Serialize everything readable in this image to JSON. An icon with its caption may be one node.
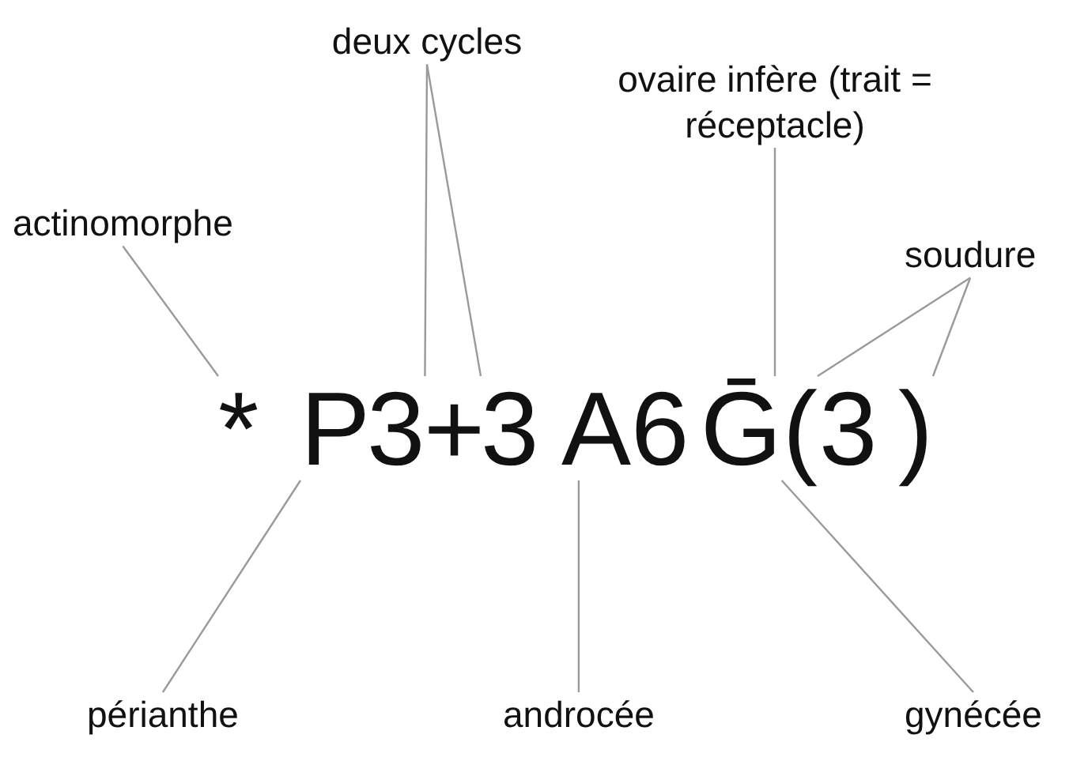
{
  "diagram": {
    "nodes": [
      {
        "text": [
          "deux cycles"
        ]
      },
      {
        "text": [
          "ovaire infère (trait = réceptacle)"
        ]
      },
      {
        "text": [
          "actinomorphe"
        ]
      },
      {
        "text": [
          "soudure"
        ]
      },
      {
        "text": [
          "*"
        ]
      },
      {
        "text": [
          "P"
        ]
      },
      {
        "text": [
          "3"
        ]
      },
      {
        "text": [
          "3"
        ]
      },
      {
        "text": [
          "A6"
        ]
      },
      {
        "text": [
          "Ḡ"
        ]
      },
      {
        "text": [
          "("
        ]
      },
      {
        "text": [
          ")"
        ]
      },
      {
        "text": [
          "périanthe"
        ]
      },
      {
        "text": [
          "androcée"
        ]
      },
      {
        "text": [
          "gynécée"
        ]
      }
    ],
    "edges": [
      {
        "from": 2,
        "to": 4,
        "arrow": "none"
      },
      {
        "from": 0,
        "to": 6,
        "arrow": "none"
      },
      {
        "from": 0,
        "to": 7,
        "arrow": "none"
      },
      {
        "from": 1,
        "to": 9,
        "arrow": "none"
      },
      {
        "from": 3,
        "to": 10,
        "arrow": "none"
      },
      {
        "from": 3,
        "to": 11,
        "arrow": "none"
      },
      {
        "from": 12,
        "to": 5,
        "arrow": "none"
      },
      {
        "from": 13,
        "to": 8,
        "arrow": "none"
      },
      {
        "from": 14,
        "to": 9,
        "arrow": "none"
      }
    ],
    "labels": [
      "+",
      "3"
    ]
  }
}
